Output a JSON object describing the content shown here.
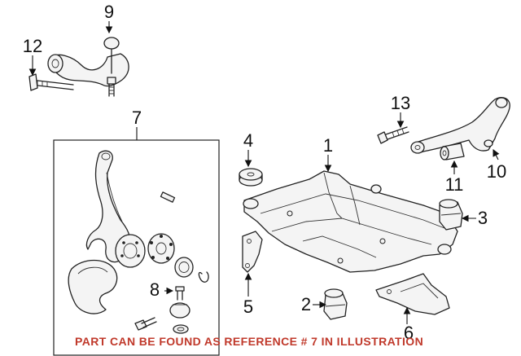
{
  "callouts": {
    "c1": "1",
    "c2": "2",
    "c3": "3",
    "c4": "4",
    "c5": "5",
    "c6": "6",
    "c7": "7",
    "c8": "8",
    "c9": "9",
    "c10": "10",
    "c11": "11",
    "c12": "12",
    "c13": "13"
  },
  "footnote": "PART CAN BE FOUND AS REFERENCE # 7 IN ILLUSTRATION",
  "colors": {
    "line": "#222222",
    "footnote": "#c0392b",
    "background": "#ffffff"
  }
}
